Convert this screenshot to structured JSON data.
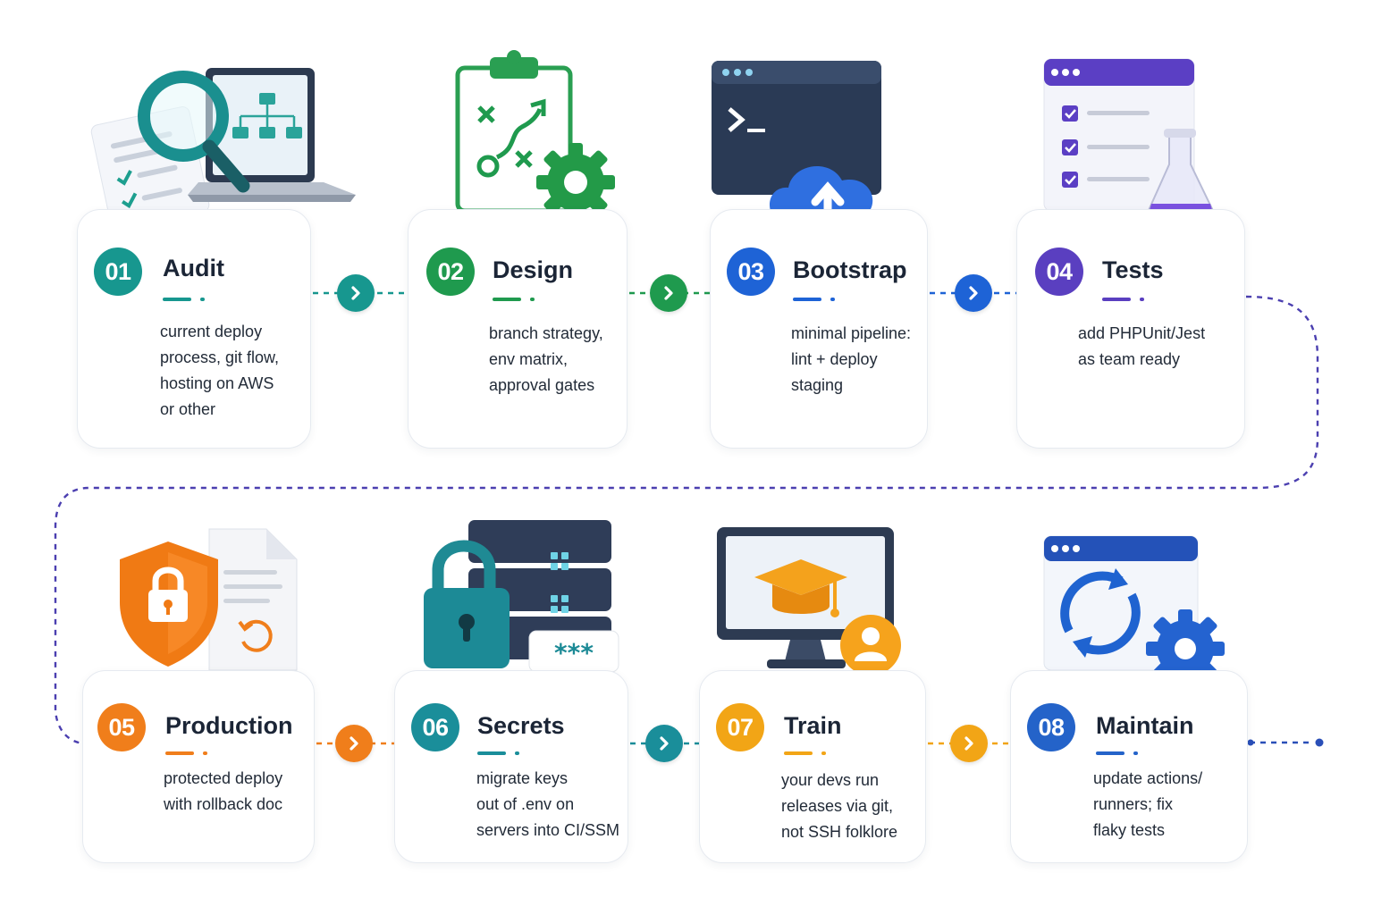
{
  "steps": [
    {
      "num": "01",
      "title": "Audit",
      "lines": [
        "current deploy",
        "process, git flow,",
        "hosting on AWS",
        "or other"
      ],
      "color": "#17978f"
    },
    {
      "num": "02",
      "title": "Design",
      "lines": [
        "branch strategy,",
        "env matrix,",
        "approval gates"
      ],
      "color": "#1f9a4e"
    },
    {
      "num": "03",
      "title": "Bootstrap",
      "lines": [
        "minimal pipeline:",
        "lint + deploy",
        "staging"
      ],
      "color": "#1e63d6"
    },
    {
      "num": "04",
      "title": "Tests",
      "lines": [
        "add PHPUnit/Jest",
        "as team ready"
      ],
      "color": "#5a3fc0"
    },
    {
      "num": "05",
      "title": "Production",
      "lines": [
        "protected deploy",
        "with rollback doc"
      ],
      "color": "#f07e1b"
    },
    {
      "num": "06",
      "title": "Secrets",
      "lines": [
        "migrate keys",
        "out of .env on",
        "servers into CI/SSM"
      ],
      "color": "#1a8e9a"
    },
    {
      "num": "07",
      "title": "Train",
      "lines": [
        "your devs run",
        "releases via git,",
        "not SSH folklore"
      ],
      "color": "#f2a516"
    },
    {
      "num": "08",
      "title": "Maintain",
      "lines": [
        "update actions/",
        "runners; fix",
        "flaky tests"
      ],
      "color": "#2463c9"
    }
  ],
  "connectors": {
    "row1": [
      "#17978f",
      "#1f9a4e",
      "#1e63d6"
    ],
    "row2": [
      "#f07e1b",
      "#1a8e9a",
      "#f2a516"
    ],
    "path_color": "#4b3fb0"
  },
  "icons": [
    "magnifier-laptop-checklist-icon",
    "clipboard-strategy-gear-icon",
    "terminal-cloud-upload-icon",
    "checklist-window-flask-icon",
    "shield-lock-document-icon",
    "server-padlock-password-icon",
    "monitor-graduation-cap-user-icon",
    "window-sync-gear-icon"
  ]
}
